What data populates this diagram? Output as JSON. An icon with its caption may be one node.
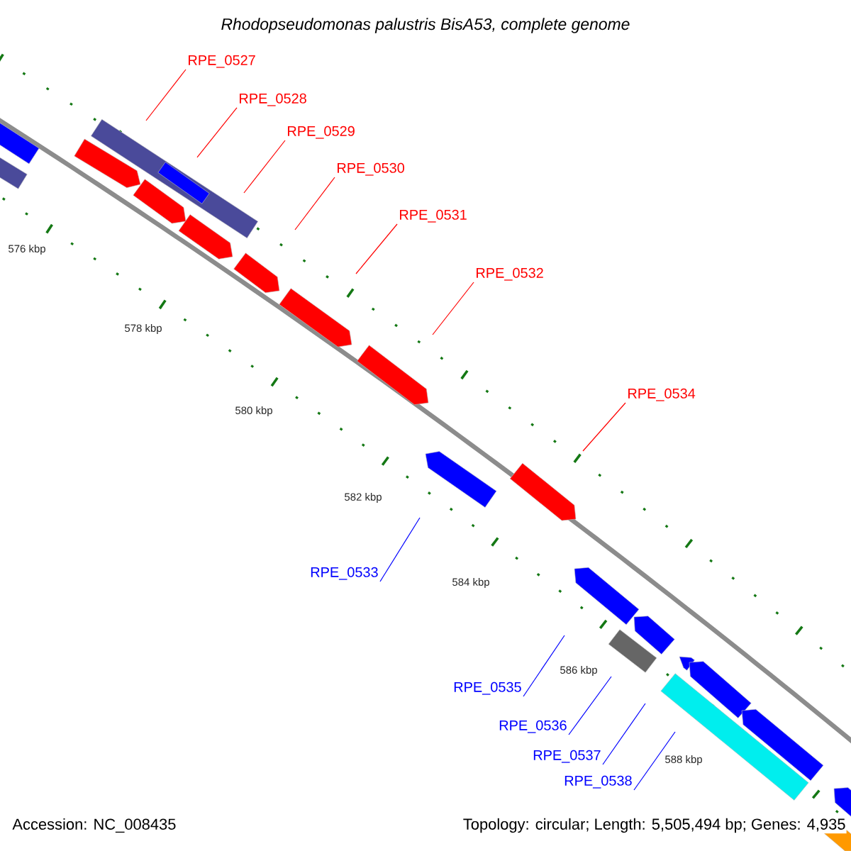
{
  "diagram": {
    "title": "Rhodopseudomonas palustris BisA53, complete genome",
    "nodes": [
      {
        "text": [
          "RPE_0527"
        ]
      },
      {
        "text": [
          "RPE_0528"
        ]
      },
      {
        "text": [
          "RPE_0529"
        ]
      },
      {
        "text": [
          "RPE_0530"
        ]
      },
      {
        "text": [
          "RPE_0531"
        ]
      },
      {
        "text": [
          "RPE_0532"
        ]
      },
      {
        "text": [
          "RPE_0534"
        ]
      },
      {
        "text": [
          "RPE_0533"
        ]
      },
      {
        "text": [
          "RPE_0535"
        ]
      },
      {
        "text": [
          "RPE_0536"
        ]
      },
      {
        "text": [
          "RPE_0537"
        ]
      },
      {
        "text": [
          "RPE_0538"
        ]
      }
    ],
    "edges": [
      {
        "from": 0,
        "to": null,
        "arrow": "none",
        "color": "#ff0000"
      },
      {
        "from": 1,
        "to": null,
        "arrow": "none",
        "color": "#ff0000"
      },
      {
        "from": 2,
        "to": null,
        "arrow": "none",
        "color": "#ff0000"
      },
      {
        "from": 3,
        "to": null,
        "arrow": "none",
        "color": "#ff0000"
      },
      {
        "from": 4,
        "to": null,
        "arrow": "none",
        "color": "#ff0000"
      },
      {
        "from": 5,
        "to": null,
        "arrow": "none",
        "color": "#ff0000"
      },
      {
        "from": 6,
        "to": null,
        "arrow": "none",
        "color": "#ff0000"
      },
      {
        "from": 7,
        "to": null,
        "arrow": "none",
        "color": "#0000ff"
      },
      {
        "from": 8,
        "to": null,
        "arrow": "none",
        "color": "#0000ff"
      },
      {
        "from": 9,
        "to": null,
        "arrow": "none",
        "color": "#0000ff"
      },
      {
        "from": 10,
        "to": null,
        "arrow": "none",
        "color": "#0000ff"
      },
      {
        "from": 11,
        "to": null,
        "arrow": "none",
        "color": "#0000ff"
      }
    ],
    "labels": [
      "576 kbp",
      "578 kbp",
      "580 kbp",
      "582 kbp",
      "584 kbp",
      "586 kbp",
      "588 kbp",
      "Accession: NC_008435",
      "Topology: circular; Length: 5,505,494 bp; Genes: 4,935"
    ]
  }
}
